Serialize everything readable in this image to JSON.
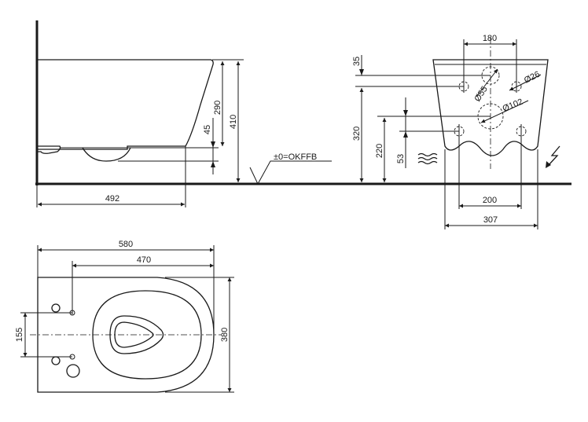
{
  "side_view": {
    "dim_width": "492",
    "dim_rim_height": "290",
    "dim_total_height": "410",
    "dim_outlet": "45",
    "floor_label": "±0=OKFFB"
  },
  "front_view": {
    "dim_top_spacing": "180",
    "dim_top_offset": "35",
    "dim_bolt_height": "320",
    "dim_inlet_height": "220",
    "dim_supply": "53",
    "dim_d55": "Ø55",
    "dim_d26": "Ø26",
    "dim_d102": "Ø102",
    "dim_bottom_spacing": "200",
    "dim_overall_width": "307"
  },
  "top_view": {
    "dim_length": "580",
    "dim_hole_distance": "470",
    "dim_hole_spacing": "155",
    "dim_width": "380"
  }
}
